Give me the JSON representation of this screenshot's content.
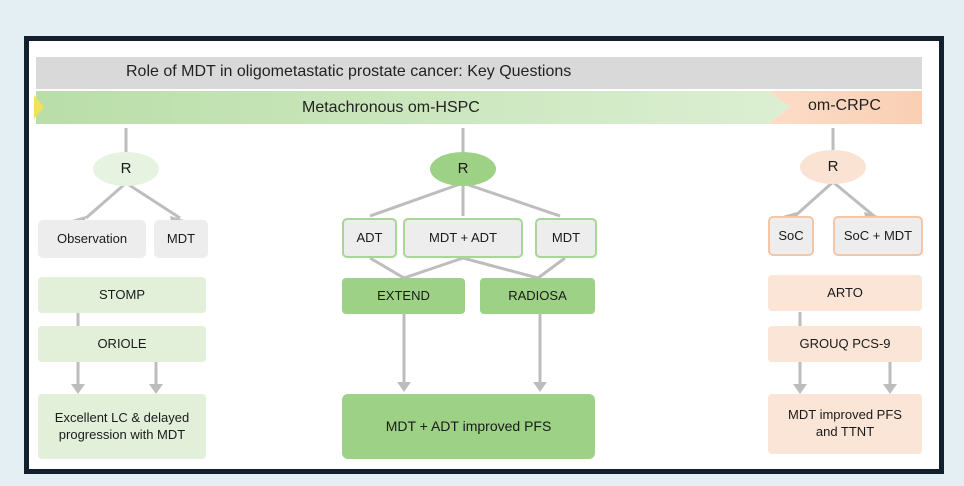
{
  "title": "Role of MDT in oligometastatic prostate cancer: Key Questions",
  "phases": {
    "hspc": "Metachronous om-HSPC",
    "crpc": "om-CRPC"
  },
  "colors": {
    "green_bar": "#c9e6bb",
    "orange_bar": "#fbd7c0",
    "frame": "#12202e"
  },
  "left": {
    "rand": "R",
    "arm1": "Observation",
    "arm2": "MDT",
    "trial1": "STOMP",
    "trial2": "ORIOLE",
    "result": "Excellent LC & delayed progression with MDT"
  },
  "middle": {
    "rand": "R",
    "arm1": "ADT",
    "arm2": "MDT + ADT",
    "arm3": "MDT",
    "trial1": "EXTEND",
    "trial2": "RADIOSA",
    "result": "MDT + ADT improved PFS"
  },
  "right": {
    "rand": "R",
    "arm1": "SoC",
    "arm2": "SoC + MDT",
    "trial1": "ARTO",
    "trial2": "GROUQ PCS-9",
    "result": "MDT improved PFS and TTNT"
  }
}
